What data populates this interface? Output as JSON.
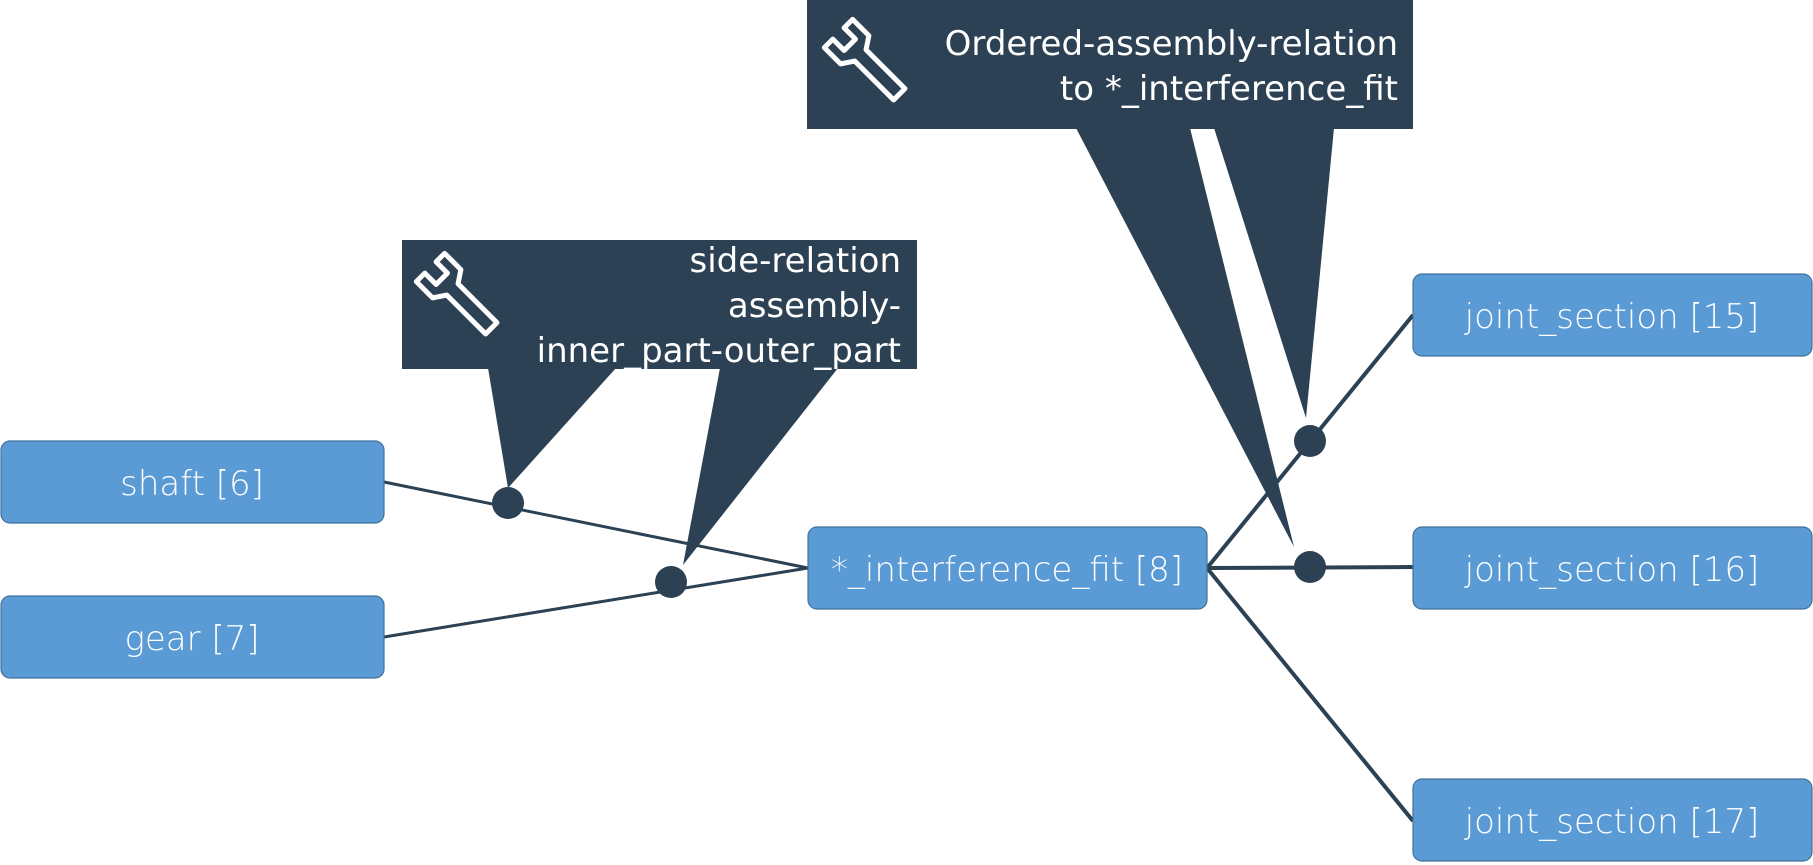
{
  "nodes": {
    "shaft": "shaft [6]",
    "gear": "gear [7]",
    "interference_fit": "*_interference_fit [8]",
    "joint_15": "joint_section [15]",
    "joint_16": "joint_section [16]",
    "joint_17": "joint_section [17]"
  },
  "callouts": {
    "side_relation": {
      "icon": "wrench-icon",
      "lines": [
        "side-relation",
        "assembly-",
        "inner_part-outer_part"
      ]
    },
    "ordered_assembly": {
      "icon": "wrench-icon",
      "lines": [
        "Ordered-assembly-relation",
        "to *_interference_fit"
      ]
    }
  },
  "colors": {
    "node_fill": "#5b9bd5",
    "node_border": "#41719c",
    "callout_fill": "#2c4153",
    "edge": "#2c4153",
    "text_on_dark": "#ffffff"
  }
}
